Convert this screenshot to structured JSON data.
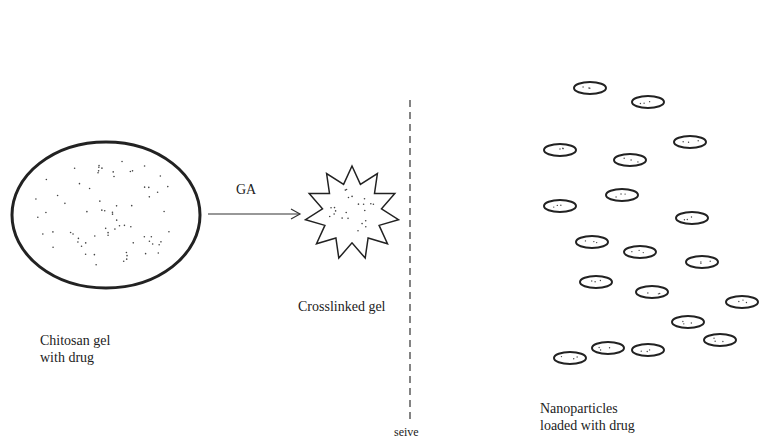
{
  "diagram": {
    "nodes": [
      {
        "text": [
          "Chitosan gel with drug"
        ]
      },
      {
        "text": [
          "Crosslinked gel"
        ]
      }
    ],
    "edges": [
      {
        "from": 0,
        "to": 1,
        "arrow": "to",
        "label": "GA"
      }
    ],
    "labels": [
      "seive",
      "Nanoparticles loaded with drug"
    ]
  }
}
